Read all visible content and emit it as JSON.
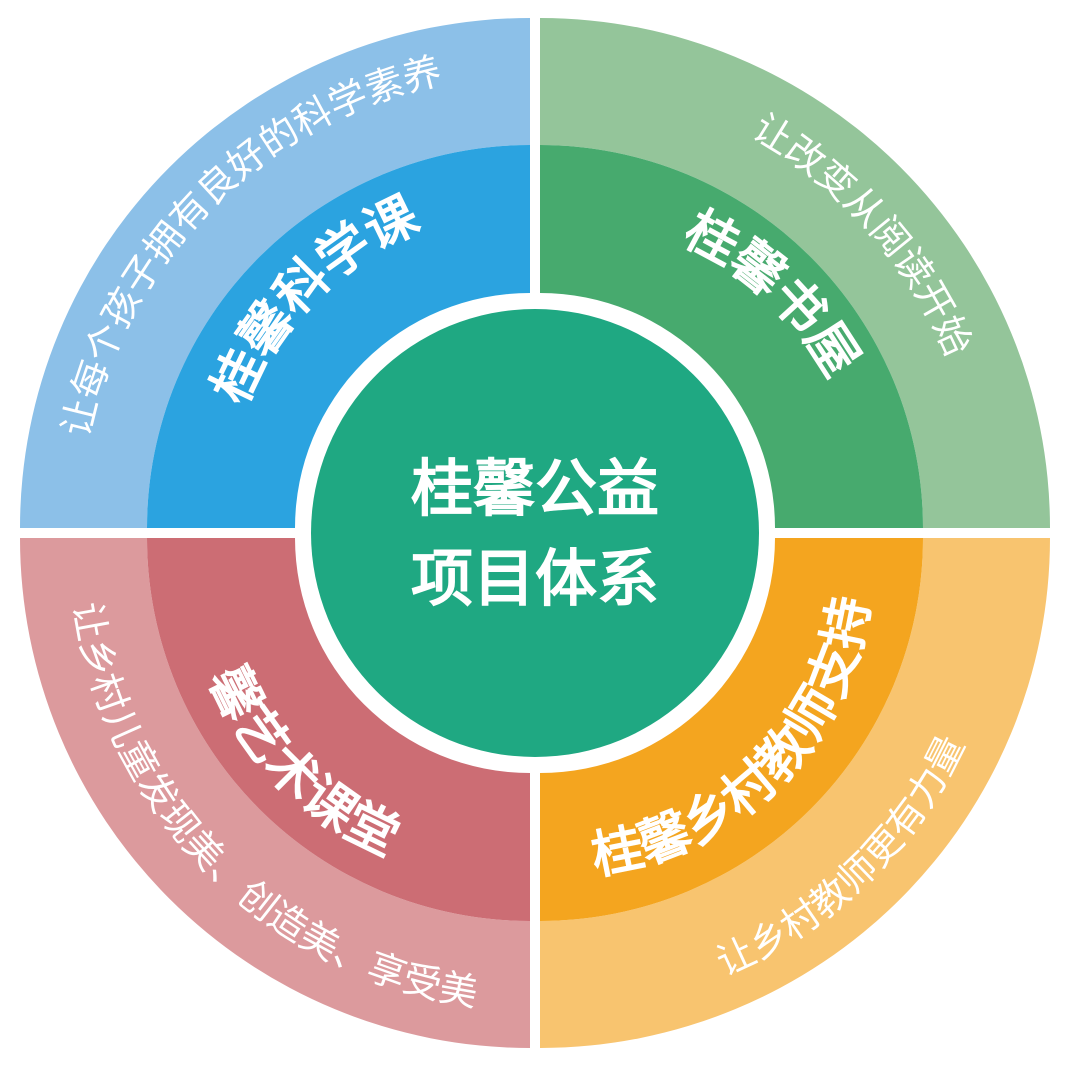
{
  "center": {
    "line1": "桂馨公益",
    "line2": "项目体系",
    "color": "#1fa882"
  },
  "quadrants": {
    "top_left": {
      "inner_label": "桂馨科学课",
      "outer_label": "让每个孩子拥有良好的科学素养",
      "inner_color": "#2ba3e0",
      "outer_color": "#8cc0e8"
    },
    "top_right": {
      "inner_label": "桂馨书屋",
      "outer_label": "让改变从阅读开始",
      "inner_color": "#47aa6e",
      "outer_color": "#94c59a"
    },
    "bottom_right": {
      "inner_label": "桂馨乡村教师支持",
      "outer_label": "让乡村教师更有力量",
      "inner_color": "#f4a51f",
      "outer_color": "#f8c46f"
    },
    "bottom_left": {
      "inner_label": "馨艺术课堂",
      "outer_label": "让乡村儿童发现美、创造美、享受美",
      "inner_color": "#cc6d74",
      "outer_color": "#dc9a9d"
    }
  }
}
